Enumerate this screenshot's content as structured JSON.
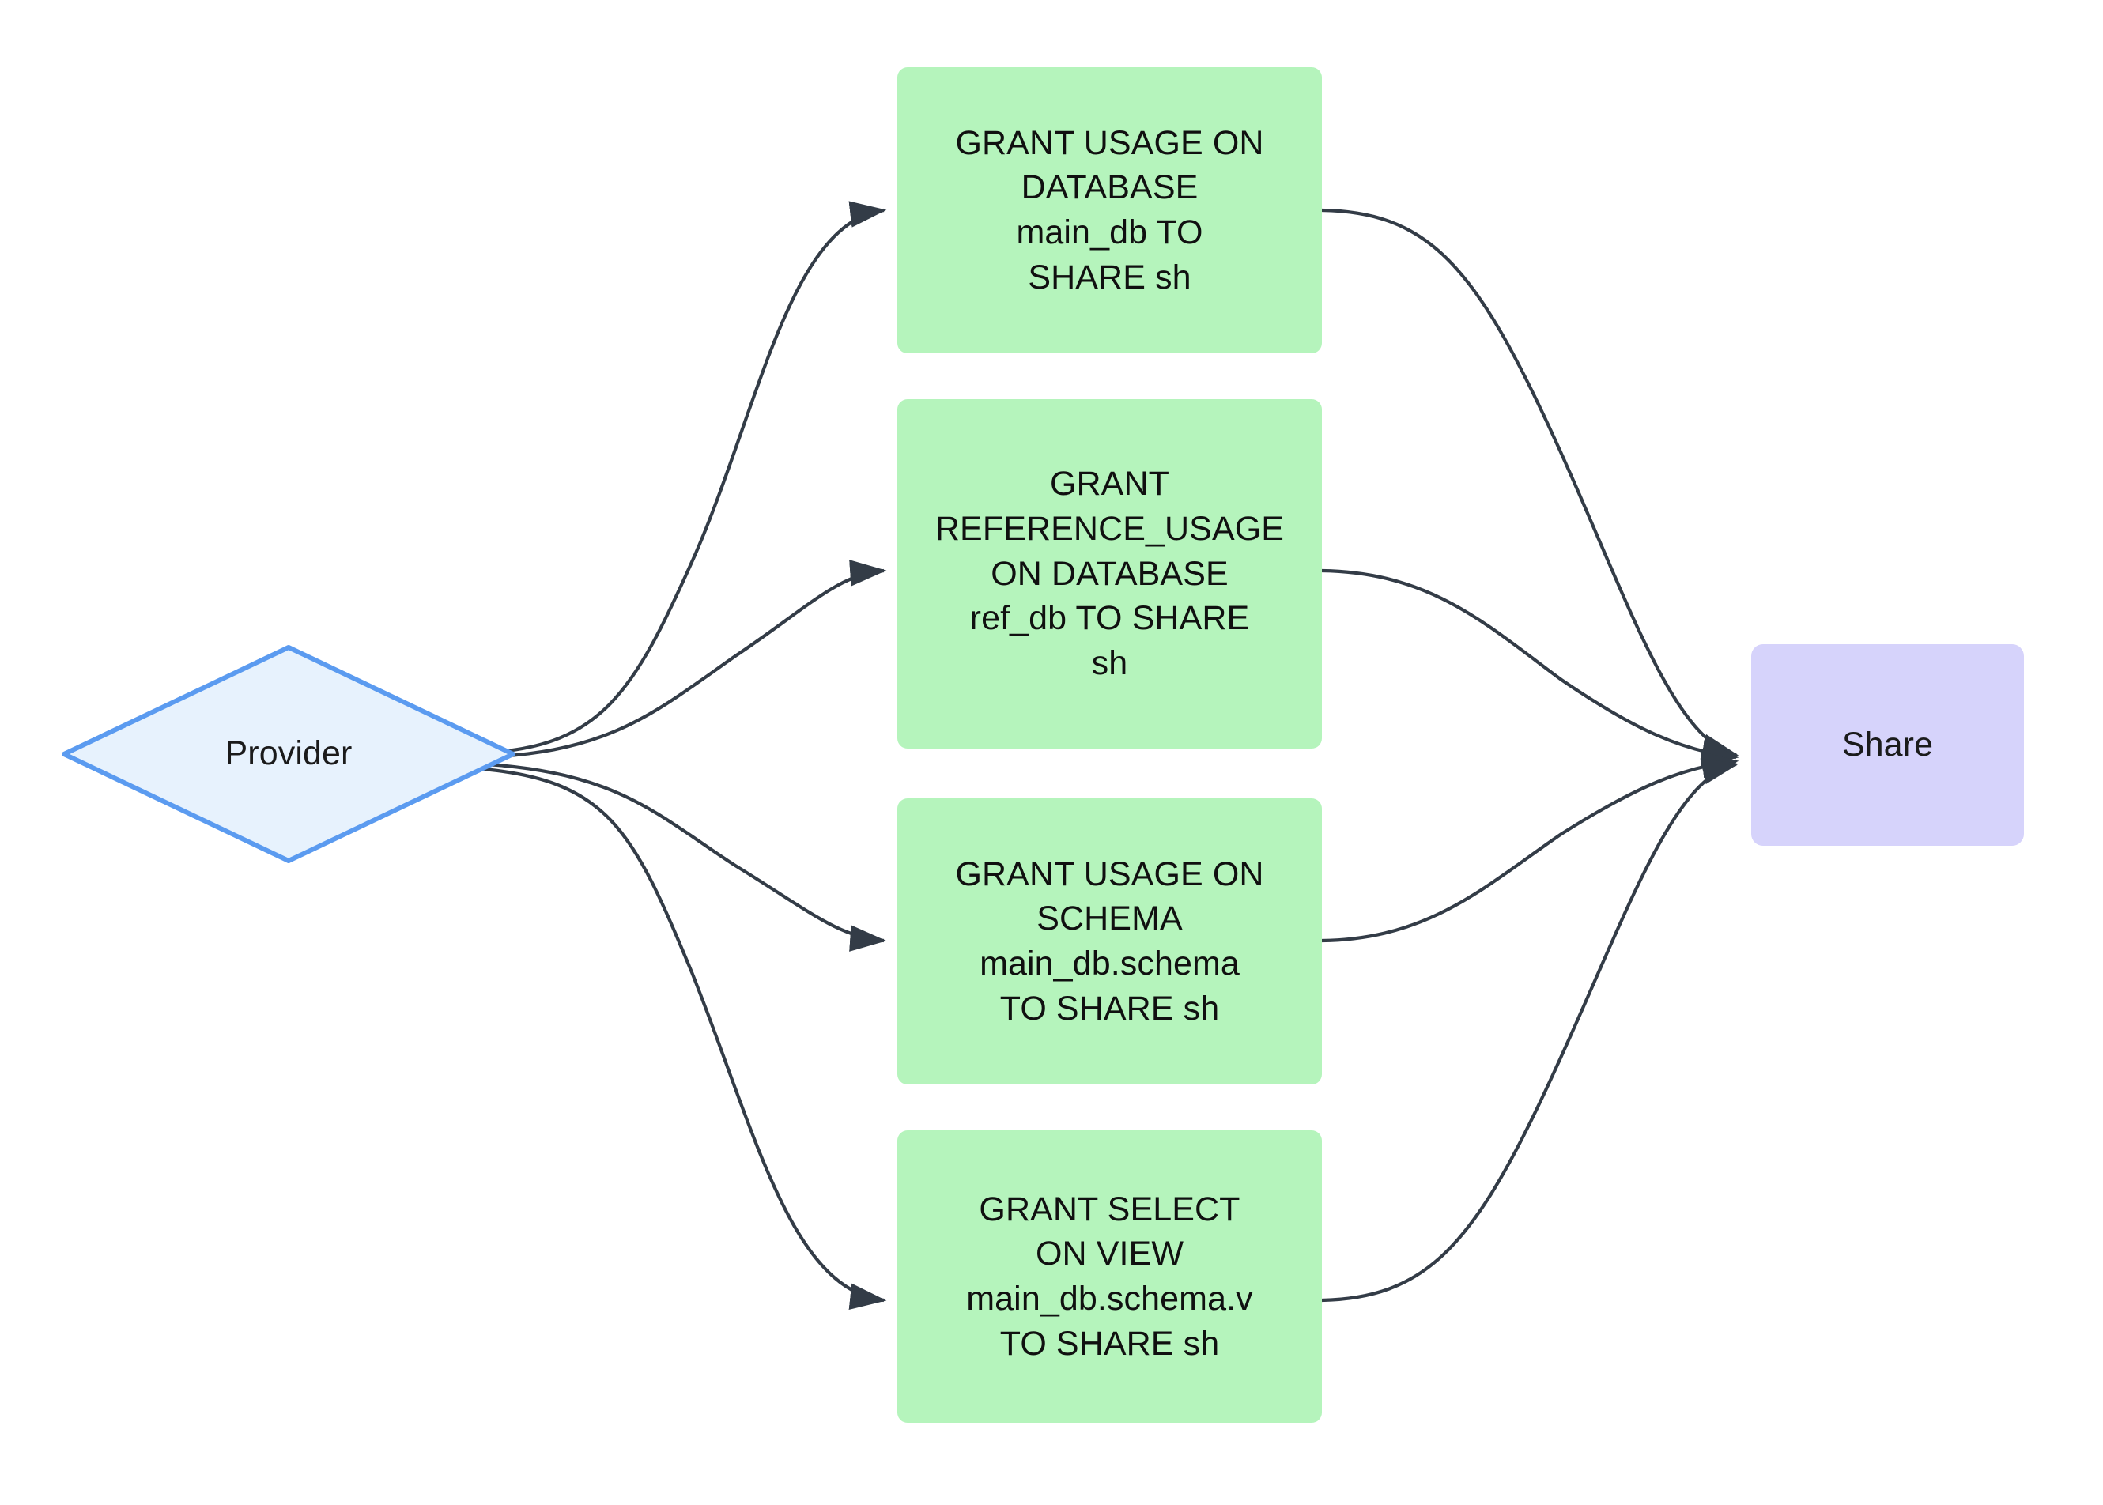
{
  "diagram": {
    "type": "flowchart",
    "direction": "left-to-right",
    "background_color": "#ffffff",
    "edge_color": "#333c47",
    "nodes": {
      "provider": {
        "id": "provider",
        "label": "Provider",
        "shape": "diamond",
        "fill_color": "#e7f2fd",
        "border_color": "#5b9bf0",
        "text_color": "#1b1b1b"
      },
      "share": {
        "id": "share",
        "label": "Share",
        "shape": "rounded-rectangle",
        "fill_color": "#d6d3fb",
        "border_color": "none",
        "text_color": "#1b1b1b"
      },
      "grants": [
        {
          "id": "grant-usage-database",
          "label": "GRANT USAGE ON\nDATABASE\nmain_db TO\nSHARE sh",
          "shape": "rounded-rectangle",
          "fill_color": "#b5f4bc",
          "text_color": "#101010"
        },
        {
          "id": "grant-reference-usage",
          "label": "GRANT\nREFERENCE_USAGE\nON DATABASE\nref_db TO SHARE\nsh",
          "shape": "rounded-rectangle",
          "fill_color": "#b5f4bc",
          "text_color": "#101010"
        },
        {
          "id": "grant-usage-schema",
          "label": "GRANT USAGE ON\nSCHEMA\nmain_db.schema\nTO SHARE sh",
          "shape": "rounded-rectangle",
          "fill_color": "#b5f4bc",
          "text_color": "#101010"
        },
        {
          "id": "grant-select-view",
          "label": "GRANT SELECT\nON VIEW\nmain_db.schema.v\nTO SHARE sh",
          "shape": "rounded-rectangle",
          "fill_color": "#b5f4bc",
          "text_color": "#101010"
        }
      ]
    },
    "edges": [
      {
        "from": "provider",
        "to": "grant-usage-database",
        "arrow": "triangle",
        "label": ""
      },
      {
        "from": "provider",
        "to": "grant-reference-usage",
        "arrow": "triangle",
        "label": ""
      },
      {
        "from": "provider",
        "to": "grant-usage-schema",
        "arrow": "triangle",
        "label": ""
      },
      {
        "from": "provider",
        "to": "grant-select-view",
        "arrow": "triangle",
        "label": ""
      },
      {
        "from": "grant-usage-database",
        "to": "share",
        "arrow": "triangle",
        "label": ""
      },
      {
        "from": "grant-reference-usage",
        "to": "share",
        "arrow": "triangle",
        "label": ""
      },
      {
        "from": "grant-usage-schema",
        "to": "share",
        "arrow": "triangle",
        "label": ""
      },
      {
        "from": "grant-select-view",
        "to": "share",
        "arrow": "triangle",
        "label": ""
      }
    ]
  }
}
